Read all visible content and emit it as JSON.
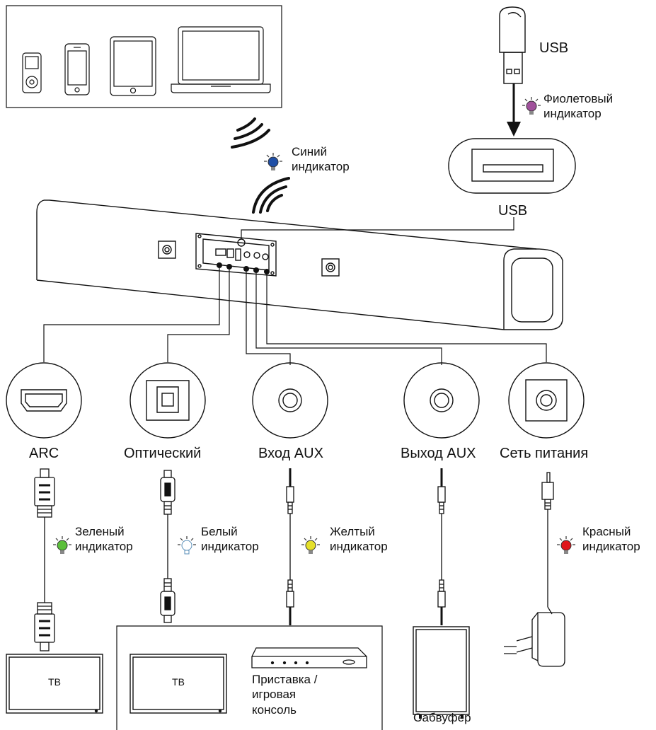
{
  "usb": {
    "top_label": "USB",
    "port_label": "USB"
  },
  "indicators": {
    "violet": {
      "line1": "Фиолетовый",
      "line2": "индикатор",
      "color": "#a0519b"
    },
    "blue": {
      "line1": "Синий",
      "line2": "индикатор",
      "color": "#1f4fa6"
    },
    "green": {
      "line1": "Зеленый",
      "line2": "индикатор",
      "color": "#5bbf3a"
    },
    "white": {
      "line1": "Белый",
      "line2": "индикатор",
      "color": "#ffffff"
    },
    "yellow": {
      "line1": "Желтый",
      "line2": "индикатор",
      "color": "#e5e02a"
    },
    "red": {
      "line1": "Красный",
      "line2": "индикатор",
      "color": "#e0161b"
    }
  },
  "ports": {
    "arc": "ARC",
    "optical": "Оптический",
    "aux_in": "Вход AUX",
    "aux_out": "Выход AUX",
    "power": "Сеть питания"
  },
  "devices": {
    "tv1": "ТВ",
    "tv2": "ТВ",
    "console_line1": "Приставка /",
    "console_line2": "игровая",
    "console_line3": "консоль",
    "subwoofer": "Сабвуфер"
  }
}
